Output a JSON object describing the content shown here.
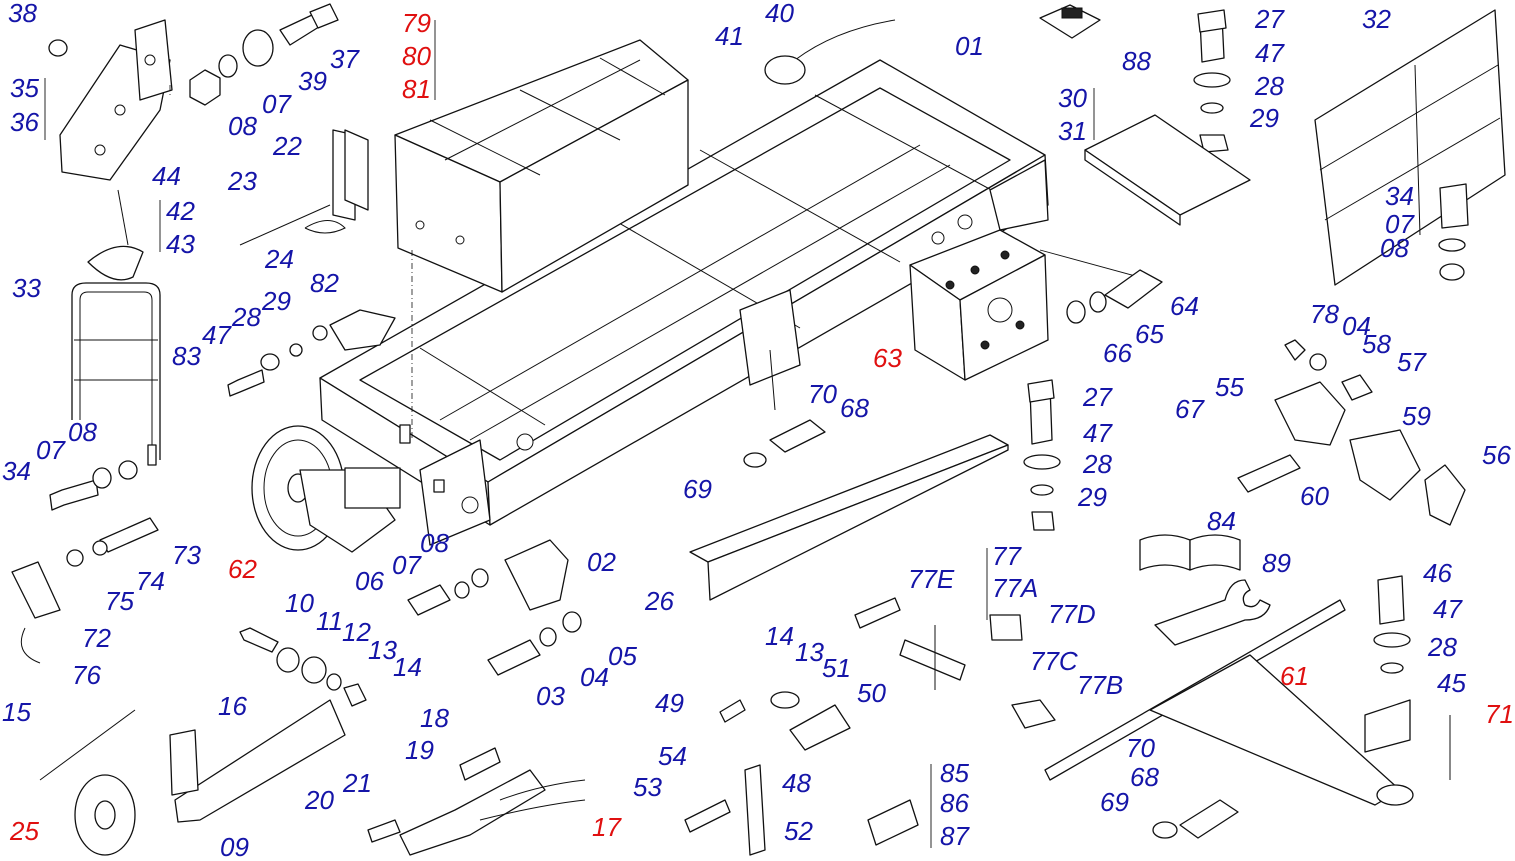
{
  "colors": {
    "normal": "#1515a8",
    "highlight": "#e01010",
    "line": "#111111"
  },
  "labels": [
    {
      "id": "38",
      "text": "38",
      "color": "normal"
    },
    {
      "id": "37",
      "text": "37",
      "color": "normal"
    },
    {
      "id": "39",
      "text": "39",
      "color": "normal"
    },
    {
      "id": "07a",
      "text": "07",
      "color": "normal"
    },
    {
      "id": "08a",
      "text": "08",
      "color": "normal"
    },
    {
      "id": "35",
      "text": "35",
      "color": "normal"
    },
    {
      "id": "36",
      "text": "36",
      "color": "normal"
    },
    {
      "id": "79",
      "text": "79",
      "color": "highlight"
    },
    {
      "id": "80",
      "text": "80",
      "color": "highlight"
    },
    {
      "id": "81",
      "text": "81",
      "color": "highlight"
    },
    {
      "id": "40",
      "text": "40",
      "color": "normal"
    },
    {
      "id": "41",
      "text": "41",
      "color": "normal"
    },
    {
      "id": "01",
      "text": "01",
      "color": "normal"
    },
    {
      "id": "88",
      "text": "88",
      "color": "normal"
    },
    {
      "id": "27a",
      "text": "27",
      "color": "normal"
    },
    {
      "id": "47a",
      "text": "47",
      "color": "normal"
    },
    {
      "id": "28a",
      "text": "28",
      "color": "normal"
    },
    {
      "id": "29a",
      "text": "29",
      "color": "normal"
    },
    {
      "id": "30",
      "text": "30",
      "color": "normal"
    },
    {
      "id": "31",
      "text": "31",
      "color": "normal"
    },
    {
      "id": "32",
      "text": "32",
      "color": "normal"
    },
    {
      "id": "22",
      "text": "22",
      "color": "normal"
    },
    {
      "id": "23",
      "text": "23",
      "color": "normal"
    },
    {
      "id": "24",
      "text": "24",
      "color": "normal"
    },
    {
      "id": "44",
      "text": "44",
      "color": "normal"
    },
    {
      "id": "42",
      "text": "42",
      "color": "normal"
    },
    {
      "id": "43",
      "text": "43",
      "color": "normal"
    },
    {
      "id": "33",
      "text": "33",
      "color": "normal"
    },
    {
      "id": "82",
      "text": "82",
      "color": "normal"
    },
    {
      "id": "29b",
      "text": "29",
      "color": "normal"
    },
    {
      "id": "28b",
      "text": "28",
      "color": "normal"
    },
    {
      "id": "47b",
      "text": "47",
      "color": "normal"
    },
    {
      "id": "83",
      "text": "83",
      "color": "normal"
    },
    {
      "id": "34a",
      "text": "34",
      "color": "normal"
    },
    {
      "id": "07b",
      "text": "07",
      "color": "normal"
    },
    {
      "id": "08b",
      "text": "08",
      "color": "normal"
    },
    {
      "id": "64",
      "text": "64",
      "color": "normal"
    },
    {
      "id": "65",
      "text": "65",
      "color": "normal"
    },
    {
      "id": "66",
      "text": "66",
      "color": "normal"
    },
    {
      "id": "63",
      "text": "63",
      "color": "highlight"
    },
    {
      "id": "78",
      "text": "78",
      "color": "normal"
    },
    {
      "id": "04a",
      "text": "04",
      "color": "normal"
    },
    {
      "id": "58",
      "text": "58",
      "color": "normal"
    },
    {
      "id": "57",
      "text": "57",
      "color": "normal"
    },
    {
      "id": "55",
      "text": "55",
      "color": "normal"
    },
    {
      "id": "67",
      "text": "67",
      "color": "normal"
    },
    {
      "id": "59",
      "text": "59",
      "color": "normal"
    },
    {
      "id": "56",
      "text": "56",
      "color": "normal"
    },
    {
      "id": "60",
      "text": "60",
      "color": "normal"
    },
    {
      "id": "34b",
      "text": "34",
      "color": "normal"
    },
    {
      "id": "07c",
      "text": "07",
      "color": "normal"
    },
    {
      "id": "08c",
      "text": "08",
      "color": "normal"
    },
    {
      "id": "70a",
      "text": "70",
      "color": "normal"
    },
    {
      "id": "68a",
      "text": "68",
      "color": "normal"
    },
    {
      "id": "69a",
      "text": "69",
      "color": "normal"
    },
    {
      "id": "27b",
      "text": "27",
      "color": "normal"
    },
    {
      "id": "47c",
      "text": "47",
      "color": "normal"
    },
    {
      "id": "28c",
      "text": "28",
      "color": "normal"
    },
    {
      "id": "29c",
      "text": "29",
      "color": "normal"
    },
    {
      "id": "62",
      "text": "62",
      "color": "highlight"
    },
    {
      "id": "08d",
      "text": "08",
      "color": "normal"
    },
    {
      "id": "07d",
      "text": "07",
      "color": "normal"
    },
    {
      "id": "06",
      "text": "06",
      "color": "normal"
    },
    {
      "id": "02",
      "text": "02",
      "color": "normal"
    },
    {
      "id": "26",
      "text": "26",
      "color": "normal"
    },
    {
      "id": "84",
      "text": "84",
      "color": "normal"
    },
    {
      "id": "89",
      "text": "89",
      "color": "normal"
    },
    {
      "id": "73",
      "text": "73",
      "color": "normal"
    },
    {
      "id": "74",
      "text": "74",
      "color": "normal"
    },
    {
      "id": "75",
      "text": "75",
      "color": "normal"
    },
    {
      "id": "72",
      "text": "72",
      "color": "normal"
    },
    {
      "id": "76",
      "text": "76",
      "color": "normal"
    },
    {
      "id": "10",
      "text": "10",
      "color": "normal"
    },
    {
      "id": "11",
      "text": "11",
      "color": "normal"
    },
    {
      "id": "12",
      "text": "12",
      "color": "normal"
    },
    {
      "id": "13a",
      "text": "13",
      "color": "normal"
    },
    {
      "id": "14a",
      "text": "14",
      "color": "normal"
    },
    {
      "id": "05",
      "text": "05",
      "color": "normal"
    },
    {
      "id": "04b",
      "text": "04",
      "color": "normal"
    },
    {
      "id": "03",
      "text": "03",
      "color": "normal"
    },
    {
      "id": "77E",
      "text": "77E",
      "color": "normal"
    },
    {
      "id": "77",
      "text": "77",
      "color": "normal"
    },
    {
      "id": "77A",
      "text": "77A",
      "color": "normal"
    },
    {
      "id": "77D",
      "text": "77D",
      "color": "normal"
    },
    {
      "id": "77C",
      "text": "77C",
      "color": "normal"
    },
    {
      "id": "77B",
      "text": "77B",
      "color": "normal"
    },
    {
      "id": "46",
      "text": "46",
      "color": "normal"
    },
    {
      "id": "47d",
      "text": "47",
      "color": "normal"
    },
    {
      "id": "28d",
      "text": "28",
      "color": "normal"
    },
    {
      "id": "61",
      "text": "61",
      "color": "highlight"
    },
    {
      "id": "45",
      "text": "45",
      "color": "normal"
    },
    {
      "id": "71",
      "text": "71",
      "color": "highlight"
    },
    {
      "id": "70b",
      "text": "70",
      "color": "normal"
    },
    {
      "id": "68b",
      "text": "68",
      "color": "normal"
    },
    {
      "id": "69b",
      "text": "69",
      "color": "normal"
    },
    {
      "id": "14b",
      "text": "14",
      "color": "normal"
    },
    {
      "id": "13b",
      "text": "13",
      "color": "normal"
    },
    {
      "id": "51",
      "text": "51",
      "color": "normal"
    },
    {
      "id": "50",
      "text": "50",
      "color": "normal"
    },
    {
      "id": "49",
      "text": "49",
      "color": "normal"
    },
    {
      "id": "48",
      "text": "48",
      "color": "normal"
    },
    {
      "id": "54",
      "text": "54",
      "color": "normal"
    },
    {
      "id": "53",
      "text": "53",
      "color": "normal"
    },
    {
      "id": "52",
      "text": "52",
      "color": "normal"
    },
    {
      "id": "85",
      "text": "85",
      "color": "normal"
    },
    {
      "id": "86",
      "text": "86",
      "color": "normal"
    },
    {
      "id": "87",
      "text": "87",
      "color": "normal"
    },
    {
      "id": "15",
      "text": "15",
      "color": "normal"
    },
    {
      "id": "16",
      "text": "16",
      "color": "normal"
    },
    {
      "id": "25",
      "text": "25",
      "color": "highlight"
    },
    {
      "id": "09",
      "text": "09",
      "color": "normal"
    },
    {
      "id": "18",
      "text": "18",
      "color": "normal"
    },
    {
      "id": "19",
      "text": "19",
      "color": "normal"
    },
    {
      "id": "20",
      "text": "20",
      "color": "normal"
    },
    {
      "id": "21",
      "text": "21",
      "color": "normal"
    },
    {
      "id": "17",
      "text": "17",
      "color": "highlight"
    }
  ]
}
